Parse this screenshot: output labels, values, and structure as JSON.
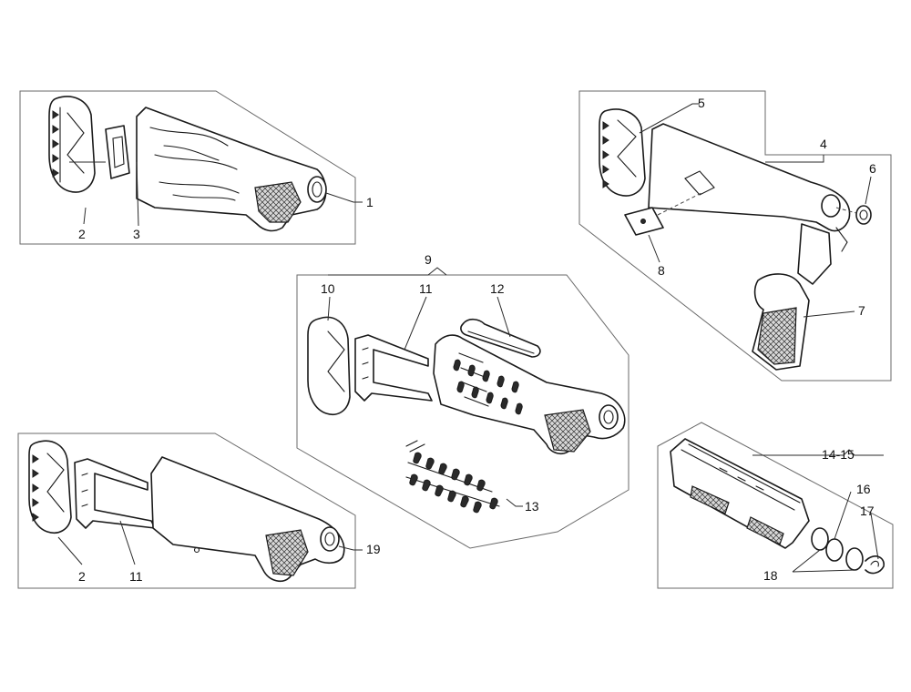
{
  "callouts": {
    "n1": "1",
    "n2": "2",
    "n3": "3",
    "n4": "4",
    "n5": "5",
    "n6": "6",
    "n7": "7",
    "n8": "8",
    "n9": "9",
    "n10": "10",
    "n11": "11",
    "n12": "12",
    "n13": "13",
    "n14_15": "14-15",
    "n16": "16",
    "n17": "17",
    "n18": "18",
    "n19": "19",
    "n2b": "2",
    "n11b": "11"
  }
}
